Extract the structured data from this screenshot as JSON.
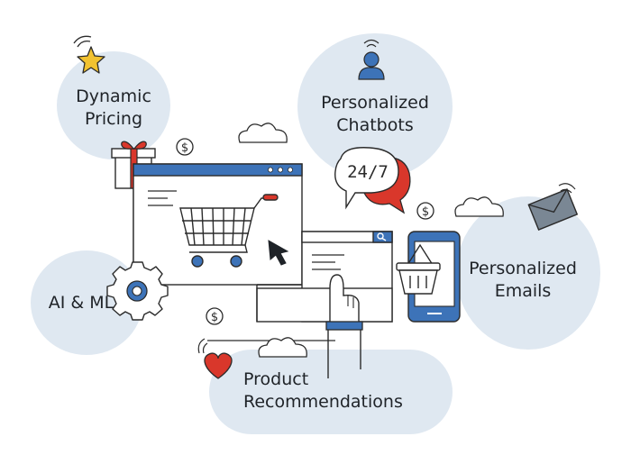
{
  "features": {
    "dynamic_pricing": {
      "line1": "Dynamic",
      "line2": "Pricing"
    },
    "chatbots": {
      "line1": "Personalized",
      "line2": "Chatbots"
    },
    "emails": {
      "line1": "Personalized",
      "line2": "Emails"
    },
    "ai_ml": {
      "line1": "AI & ML"
    },
    "recommendations": {
      "line1": "Product",
      "line2": "Recommendations"
    }
  },
  "chat_bubble_text": "24/7",
  "currency_symbol": "$",
  "icons": {
    "star": "star-icon",
    "gift": "gift-icon",
    "user": "user-icon",
    "chat": "chat-bubble-icon",
    "cloud": "cloud-icon",
    "cart": "shopping-cart-icon",
    "cursor": "cursor-icon",
    "gear": "gear-icon",
    "search": "search-icon",
    "envelope": "envelope-icon",
    "basket": "basket-icon",
    "heart": "heart-icon",
    "hand": "pointing-hand-icon",
    "phone": "smartphone-icon"
  },
  "colors": {
    "blob": "#dfe8f1",
    "accent_blue": "#3d73b8",
    "accent_red": "#d9372b",
    "star_yellow": "#f2c230",
    "line": "#2b2b2b",
    "envelope": "#7a8794"
  }
}
